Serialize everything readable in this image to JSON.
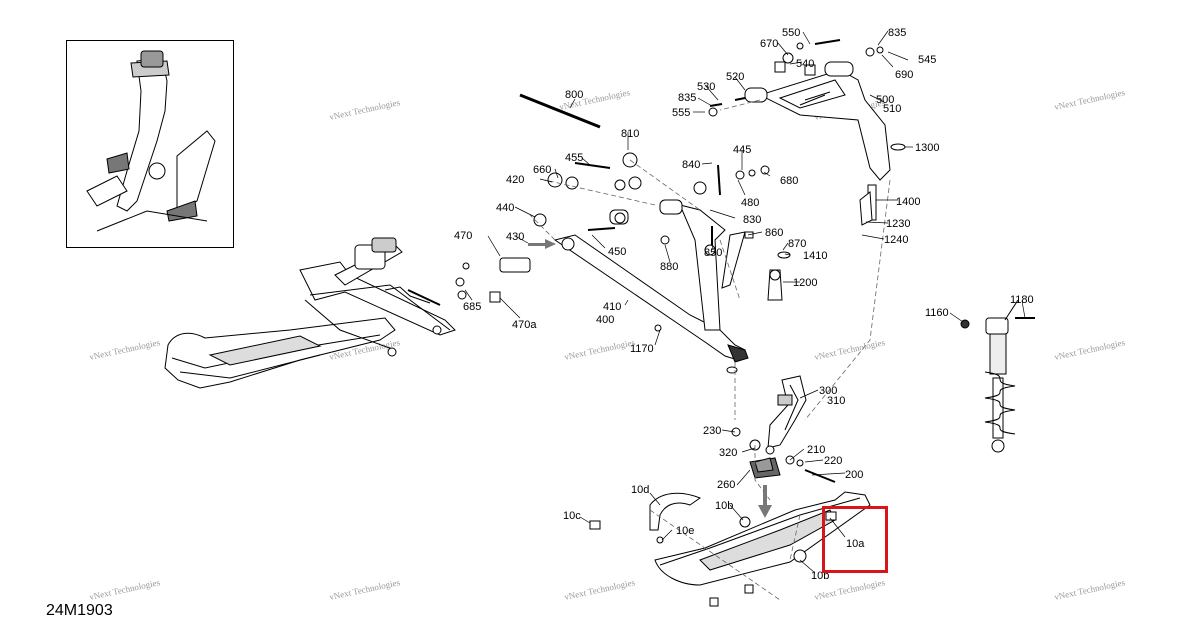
{
  "drawing_id": "24M1903",
  "watermark": "vNext Technologies",
  "highlight": {
    "color": "#d9141b",
    "part": "10a"
  },
  "callouts": [
    "550",
    "670",
    "835",
    "545",
    "690",
    "540",
    "520",
    "530",
    "835",
    "555",
    "500",
    "510",
    "1300",
    "800",
    "810",
    "455",
    "660",
    "420",
    "840",
    "445",
    "680",
    "480",
    "830",
    "440",
    "470",
    "430",
    "450",
    "860",
    "870",
    "1410",
    "880",
    "850",
    "1200",
    "1400",
    "1230",
    "1240",
    "685",
    "470a",
    "410",
    "400",
    "1170",
    "300",
    "310",
    "230",
    "320",
    "210",
    "220",
    "200",
    "260",
    "10d",
    "10b",
    "10e",
    "10c",
    "10a",
    "10b",
    "1160",
    "1180"
  ]
}
